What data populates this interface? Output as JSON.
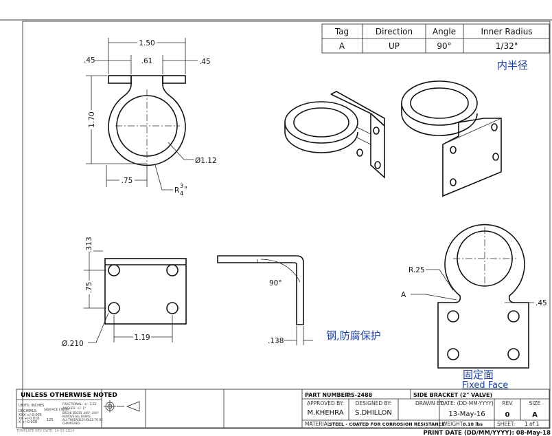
{
  "table": {
    "headers": [
      "Tag",
      "Direction",
      "Angle",
      "Inner Radius"
    ],
    "row": [
      "A",
      "UP",
      "90°",
      "1/32\""
    ]
  },
  "annotations": {
    "inner_radius_cn": "内半径",
    "steel_cn": "钢,防腐保护",
    "fixed_face_cn": "固定面",
    "fixed_face_en": "Fixed Face"
  },
  "dimensions": {
    "overall_width": "1.50",
    "left_tab": ".45",
    "center_gap": ".61",
    "right_tab": ".45",
    "height": "1.70",
    "inner_diameter": "Ø1.12",
    "center_offset": ".75",
    "radius_prefix": "R",
    "radius_num": "3",
    "radius_den": "4",
    "radius_unit": "\"",
    "top_strip": ".313",
    "hole_spacing_v": ".75",
    "hole_diameter": "Ø.210",
    "hole_spacing_h": "1.19",
    "bend_angle": "90°",
    "thickness": ".138",
    "fillet_radius": "R.25",
    "tag_label": "A",
    "right_tab_b": ".45"
  },
  "title_block": {
    "unless_noted": "UNLESS OTHERWISE NOTED",
    "units": "UNITS: INCHES",
    "decimals": "DECIMALS:",
    "dec_xxx": "XXX  +/-0.005",
    "dec_xx": "XX   +/-0.010",
    "dec_x": "X    +/-0.030",
    "surface_finish": "SURFACE FINISH",
    "finish_value": "125",
    "fractional": "FRACTIONAL: +/- 1/32",
    "angles": "ANGLES: +/- 1°",
    "notes1": "BREAK EDGES .005\"-.010\"",
    "notes2": "REMOVE ALL BURRS",
    "notes3": "ALL THREADED HOLES TO BE",
    "notes4": "CHAMFERED",
    "template_rev": "TEMPLATE REV DATE: 14-03-2014",
    "part_number_label": "PART NUMBER:",
    "part_number": "PS-2488",
    "part_title": "SIDE BRACKET (2\" VALVE)",
    "approved_label": "APPROVED BY:",
    "approved": "M.KHEHRA",
    "designed_label": "DESIGNED BY:",
    "designed": "S.DHILLON",
    "drawn_label": "DRAWN BY:",
    "date_label": "DATE: (DD-MM-YYYY)",
    "date": "13-May-16",
    "rev_label": "REV",
    "rev": "0",
    "size_label": "SIZE",
    "size": "A",
    "material_label": "MATERIAL:",
    "material": "STEEL - COATED FOR CORROSION RESISTANCE",
    "weight_label": "WEIGHT:",
    "weight": "0.10 lbs",
    "sheet_label": "SHEET:",
    "sheet": "1 of 1",
    "print_date": "PRINT DATE (DD/MM/YYYY): 08-May-18"
  }
}
